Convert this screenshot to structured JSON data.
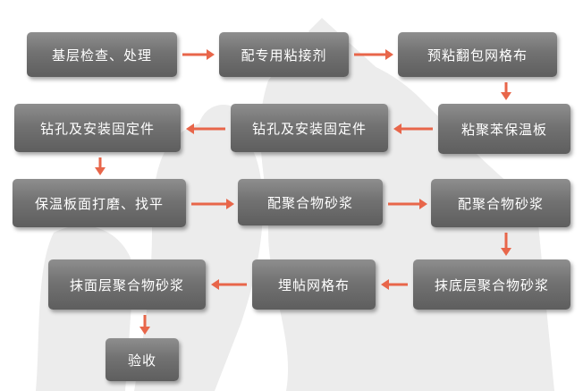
{
  "colors": {
    "box_top": "#8e8e8e",
    "box_bottom": "#5e5e5e",
    "text": "#ffffff",
    "arrow": "#e8664a",
    "background_silhouette": "#ebebeb"
  },
  "steps": [
    {
      "id": "s1",
      "label": "基层检查、处理"
    },
    {
      "id": "s2",
      "label": "配专用粘接剂"
    },
    {
      "id": "s3",
      "label": "预粘翻包网格布"
    },
    {
      "id": "s4",
      "label": "粘聚苯保温板"
    },
    {
      "id": "s5",
      "label": "钻孔及安装固定件"
    },
    {
      "id": "s6",
      "label": "钻孔及安装固定件"
    },
    {
      "id": "s7",
      "label": "保温板面打磨、找平"
    },
    {
      "id": "s8",
      "label": "配聚合物砂浆"
    },
    {
      "id": "s9",
      "label": "配聚合物砂浆"
    },
    {
      "id": "s10",
      "label": "抹底层聚合物砂浆"
    },
    {
      "id": "s11",
      "label": "埋帖网格布"
    },
    {
      "id": "s12",
      "label": "抹面层聚合物砂浆"
    },
    {
      "id": "s13",
      "label": "验收"
    }
  ],
  "flow": [
    [
      "s1",
      "s2"
    ],
    [
      "s2",
      "s3"
    ],
    [
      "s3",
      "s4"
    ],
    [
      "s4",
      "s5"
    ],
    [
      "s5",
      "s6"
    ],
    [
      "s6",
      "s7"
    ],
    [
      "s7",
      "s8"
    ],
    [
      "s8",
      "s9"
    ],
    [
      "s9",
      "s10"
    ],
    [
      "s10",
      "s11"
    ],
    [
      "s11",
      "s12"
    ],
    [
      "s12",
      "s13"
    ]
  ]
}
